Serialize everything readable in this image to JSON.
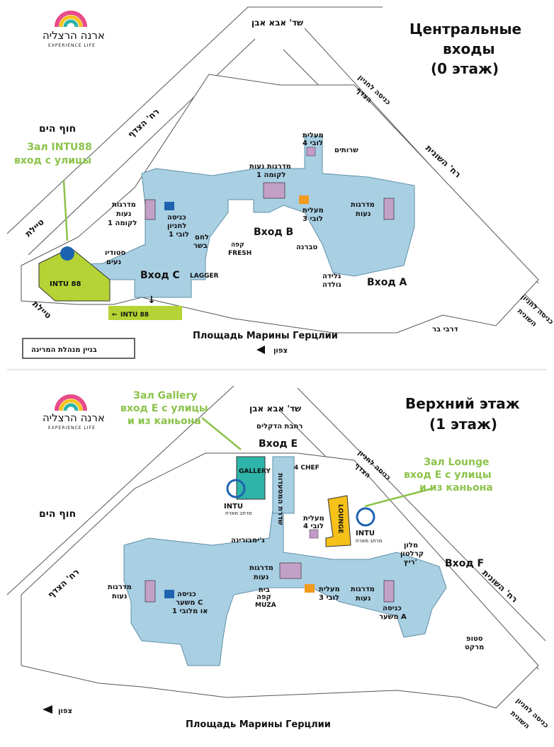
{
  "logo": {
    "name_he": "ארנה הרצליה",
    "tagline": "EXPERIENCE LIFE"
  },
  "top_map": {
    "title_lines": [
      "Центральные",
      "входы",
      "(0 этаж)"
    ],
    "streets": {
      "aba_even": "שד' אבא אבן",
      "hatzedef": "רח' הצדף",
      "hashonit": "רח' השונית",
      "tayelet_1": "טיילת",
      "tayelet_2": "טיילת"
    },
    "beach": "חוף הים",
    "intu88_note": [
      "Зал INTU88",
      "вход с улицы"
    ],
    "intu88_label": "INTU 88",
    "intu88_arrow_label": "INTU 88",
    "studio": [
      "סטודיו",
      "נעים"
    ],
    "stairs_left": [
      "מדרגות",
      "נעות",
      "לקומה 1"
    ],
    "elevator_left": [
      "כניסה",
      "לחניון",
      "לובי 1"
    ],
    "stairs_center": [
      "מדרגות נעות",
      "לקומה 1"
    ],
    "elevator_lobby4": [
      "מעלית",
      "לובי 4"
    ],
    "toilets": "שרותים",
    "elevator_lobby3": [
      "מעלית",
      "לובי 3"
    ],
    "stairs_right": [
      "מדרגות",
      "נעות"
    ],
    "parking_north": [
      "כניסה לחניון",
      "הצדף"
    ],
    "parking_south": [
      "כניסה לחניון",
      "השונית"
    ],
    "bread": [
      "לחם",
      "בשר"
    ],
    "cafe": [
      "קפה",
      "FRESH"
    ],
    "tavern": "טברנה",
    "lagger": "LAGGER",
    "gelato": [
      "גלידה",
      "גולדה"
    ],
    "darbi": "דרבי בר",
    "gate_a": "Вход A",
    "gate_b": "Вход B",
    "gate_c": "Вход C",
    "plaza": "Площадь Марины Герцлии",
    "north": "צפון",
    "marina_building": "בניין מנהלת המרינה"
  },
  "bottom_map": {
    "title_lines": [
      "Верхний этаж",
      "(1 этаж)"
    ],
    "streets": {
      "aba_even": "שד' אבא אבן",
      "hatzedef": "רח' הצדף",
      "hashonit": "רח' השונית"
    },
    "rehavat": "רחבת הדקלים",
    "beach": "חוף הים",
    "gallery_note": [
      "Зал Gallery",
      "вход E с улицы",
      "и из каньона"
    ],
    "lounge_note": [
      "Зал Lounge",
      "вход E с улицы",
      "и из каньона"
    ],
    "gate_e": "Вход E",
    "gate_f": "Вход F",
    "gallery_label": "GALLERY",
    "lounge_label": "LOUNGE",
    "chef": "4 CHEF",
    "promenade": "שדרת המסעדות",
    "gymboree": "ג'ימבורינה",
    "elevator_lobby4": [
      "מעלית",
      "לובי 4"
    ],
    "hotel": [
      "מלון",
      "קרלטון",
      "ריץ'"
    ],
    "parking_north": [
      "כניסה לחניון",
      "הצדף"
    ],
    "parking_south": [
      "כניסה לחניון",
      "השונית"
    ],
    "stairs_left": [
      "מדרגות",
      "נעות"
    ],
    "entry_c": [
      "כניסה",
      "משער C",
      "או מלובי 1"
    ],
    "stairs_center": [
      "מדרגות",
      "נעות"
    ],
    "cafe_muza": [
      "בית",
      "קפה",
      "MUZA"
    ],
    "elevator_lobby3": [
      "מעלית",
      "לובי 3"
    ],
    "stairs_right": [
      "מדרגות",
      "נעות"
    ],
    "entry_a": [
      "כניסה",
      "משער A"
    ],
    "stop_market": [
      "סטופ",
      "מרקט"
    ],
    "north": "צפון",
    "plaza": "Площадь Марины Герцлии",
    "intu_logo": "INTU",
    "intu_sub": "מרחב מארח"
  },
  "colors": {
    "floor": "#a9cfe3",
    "floor_stroke": "#5f8fa8",
    "green_text": "#8bc34a",
    "intu_green": "#b5d334",
    "gallery": "#2fb4a9",
    "lounge": "#f6c21a",
    "elevator_orange": "#f29a1c",
    "elevator_purple": "#c49bc8",
    "stairs": "#c3a0c7",
    "parking_blue": "#1e63b0"
  }
}
